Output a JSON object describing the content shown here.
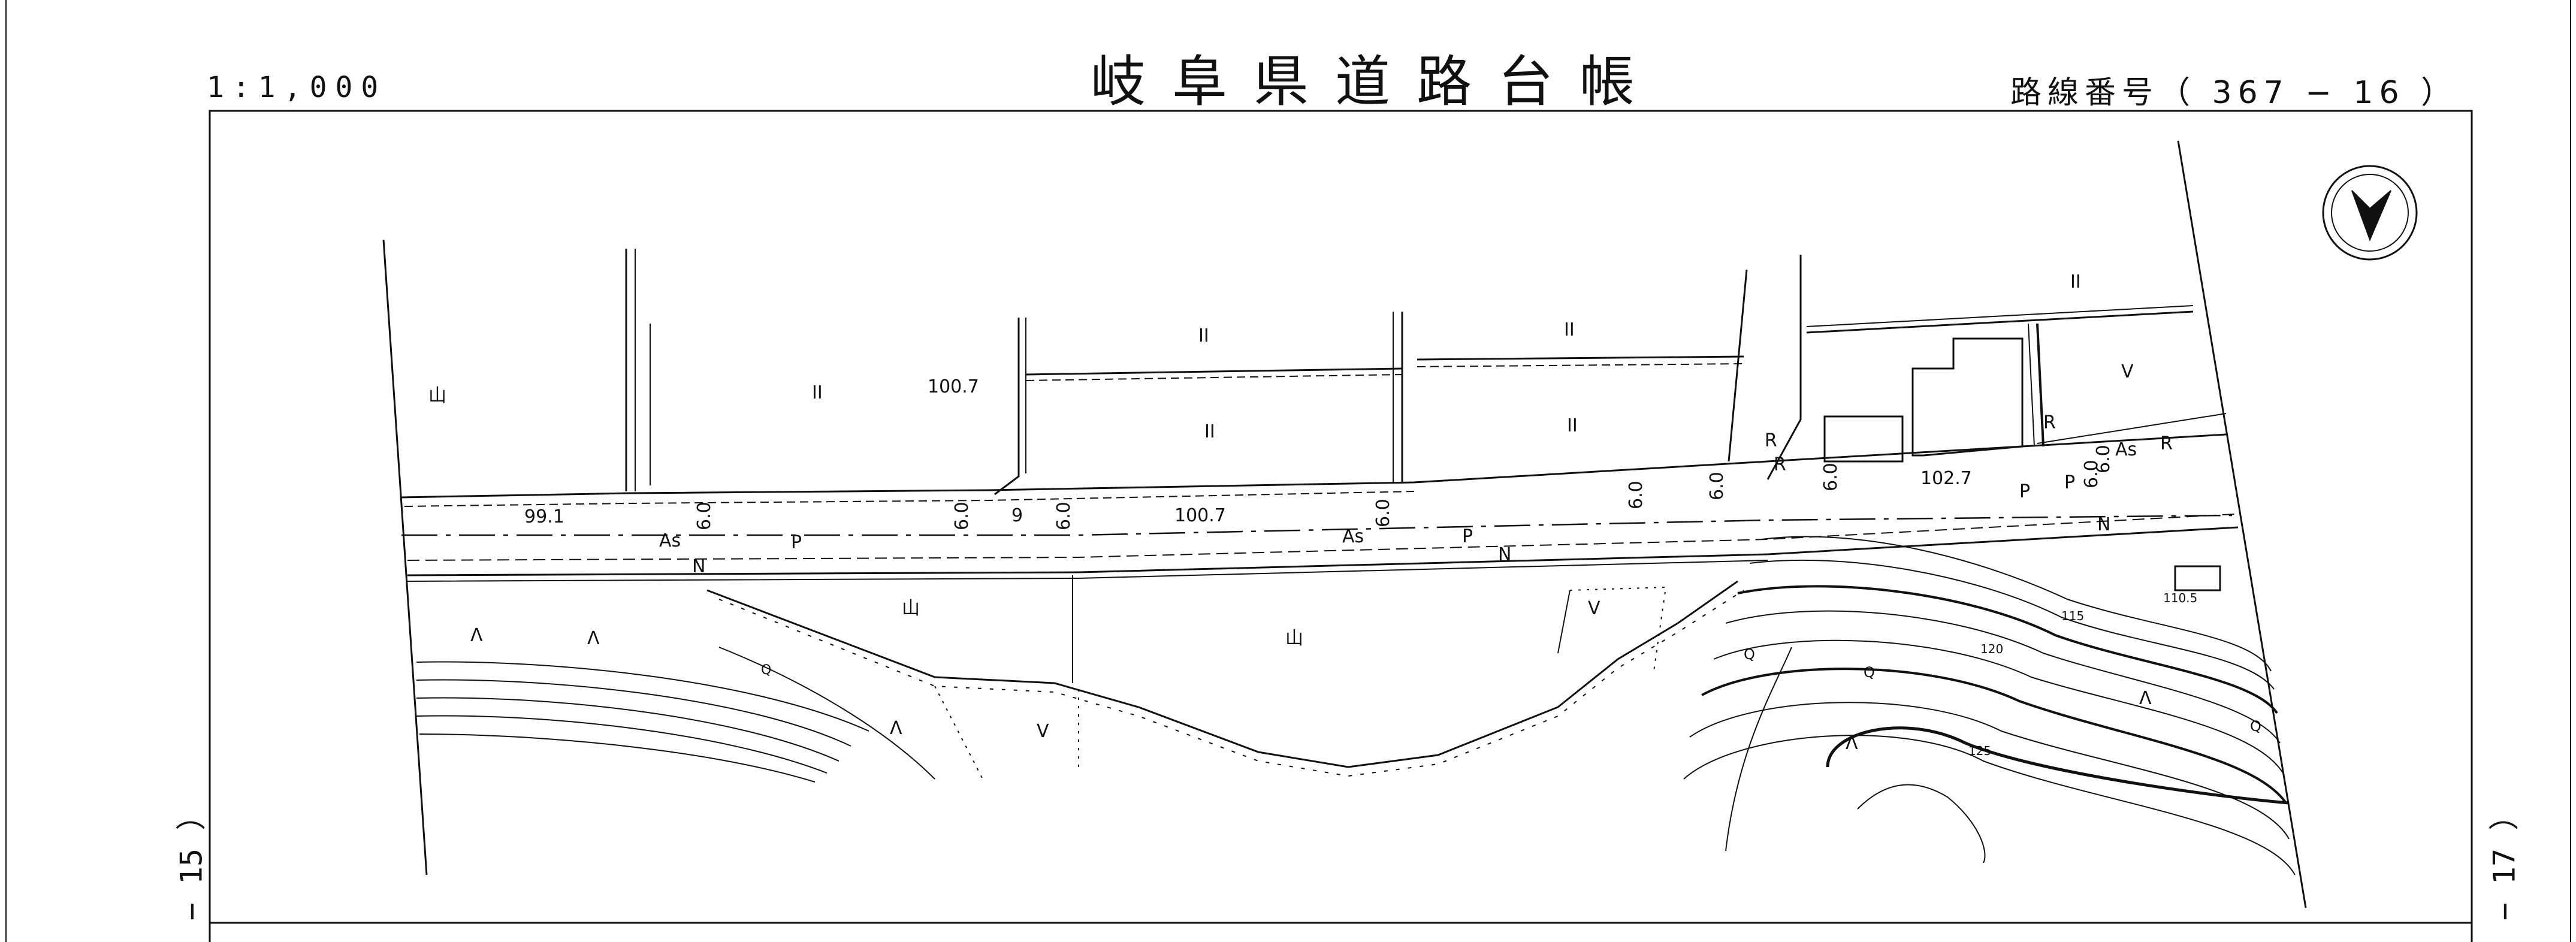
{
  "header": {
    "scale": "1:1,000",
    "title": "岐阜県道路台帳",
    "route_number": "路線番号（ 367 − 16 ）"
  },
  "sheet_refs": {
    "left": "− 15 ）",
    "right": "− 17 ）"
  },
  "map": {
    "north_arrow": "north-arrow-icon",
    "elevations": [
      "100.7",
      "99.1",
      "100.7",
      "102.7",
      "110.5"
    ],
    "road_widths": [
      "6.0",
      "6.0",
      "9",
      "6.0",
      "6.0",
      "6.0",
      "6.0",
      "6.0",
      "6.0",
      "6.0"
    ],
    "pavement_labels": [
      "As",
      "As",
      "As"
    ],
    "symbols": {
      "paddy": "II",
      "forest": "山",
      "sidewalk": "P",
      "edge": "N",
      "retaining": "R",
      "broadleaf": "Λ",
      "field": "V",
      "Q": "Q"
    },
    "contours": [
      "115",
      "120",
      "125"
    ]
  }
}
